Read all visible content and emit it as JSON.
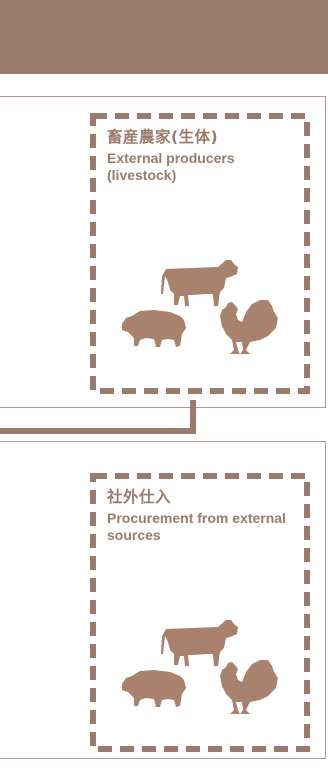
{
  "colors": {
    "accent": "#9a7b6b",
    "panel_border": "#b49888"
  },
  "boxes": [
    {
      "title_jp": "畜産農家(生体)",
      "title_en": "External producers (livestock)",
      "icons": [
        "cow-icon",
        "pig-icon",
        "rooster-icon"
      ]
    },
    {
      "title_jp": "社外仕入",
      "title_en": "Procurement from external sources",
      "icons": [
        "cow-icon",
        "pig-icon",
        "rooster-icon"
      ]
    }
  ]
}
